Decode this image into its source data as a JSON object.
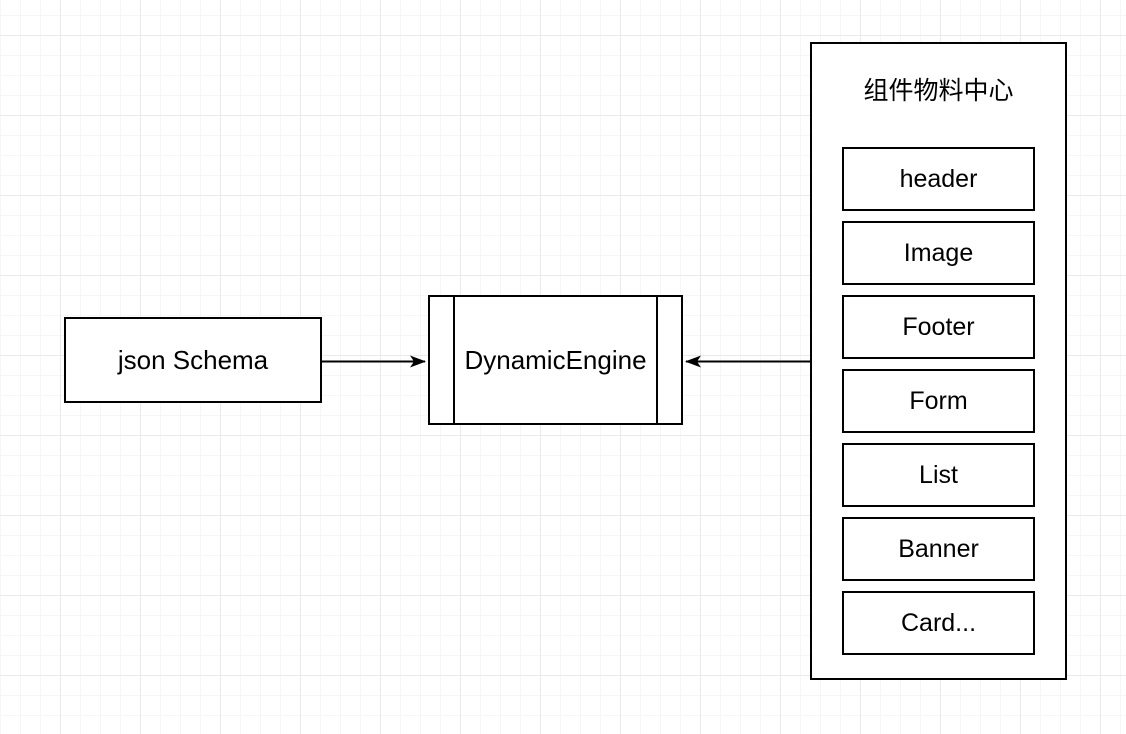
{
  "diagram": {
    "canvas": {
      "background": "#ffffff",
      "grid_minor_color": "#f6f6f6",
      "grid_major_color": "#eaeaea",
      "stroke_color": "#000000"
    },
    "nodes": {
      "json_schema": {
        "label": "json Schema",
        "shape": "rectangle"
      },
      "dynamic_engine": {
        "label": "DynamicEngine",
        "shape": "process"
      },
      "material_center": {
        "title": "组件物料中心",
        "shape": "container",
        "components": [
          {
            "label": "header"
          },
          {
            "label": "Image"
          },
          {
            "label": "Footer"
          },
          {
            "label": "Form"
          },
          {
            "label": "List"
          },
          {
            "label": "Banner"
          },
          {
            "label": "Card..."
          }
        ]
      }
    },
    "edges": [
      {
        "from": "json_schema",
        "to": "dynamic_engine",
        "arrow": "right"
      },
      {
        "from": "material_center",
        "to": "dynamic_engine",
        "arrow": "left"
      }
    ]
  }
}
